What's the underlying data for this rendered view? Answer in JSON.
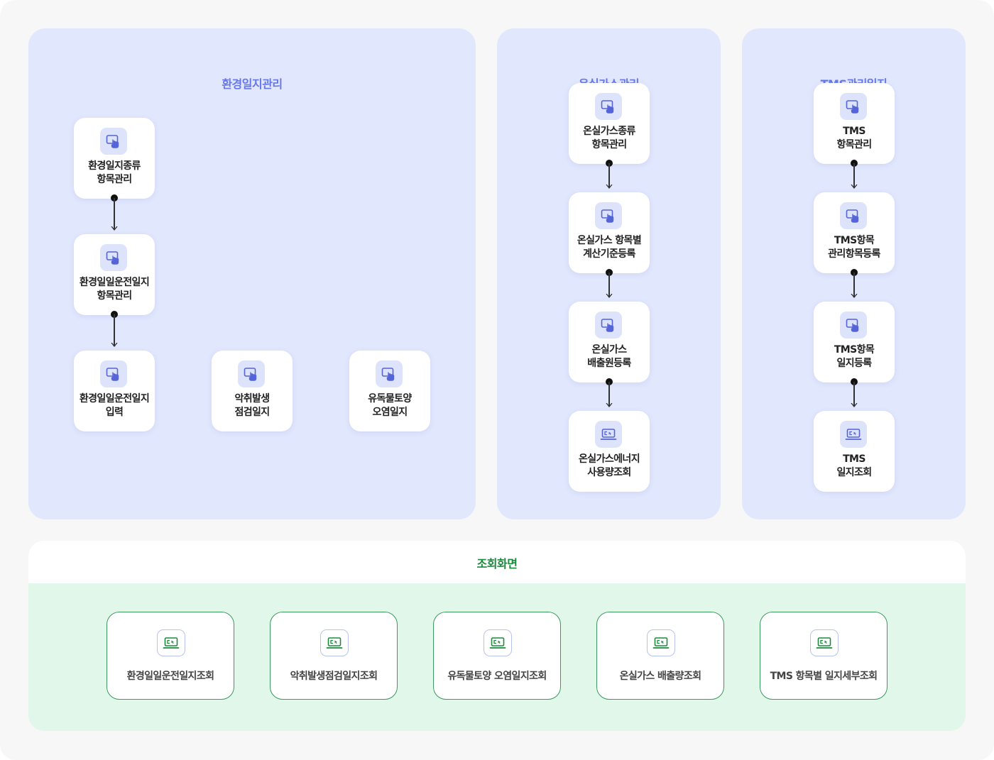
{
  "colors": {
    "blue_accent": "#6778e8",
    "green_accent": "#178a3c",
    "panel_blue": "#e1e7fd",
    "panel_green": "#e1f7ea"
  },
  "sections": [
    {
      "title": "환경일지관리",
      "cards": [
        {
          "line1": "환경일지종류",
          "line2": "항목관리",
          "icon": "touch-screen-icon"
        },
        {
          "line1": "환경일일운전일지",
          "line2": "항목관리",
          "icon": "touch-screen-icon"
        },
        {
          "line1": "환경일일운전일지",
          "line2": "입력",
          "icon": "touch-screen-icon"
        },
        {
          "line1": "악취발생",
          "line2": "점검일지",
          "icon": "touch-screen-icon"
        },
        {
          "line1": "유독물토양",
          "line2": "오염일지",
          "icon": "touch-screen-icon"
        }
      ]
    },
    {
      "title": "온실가스관리",
      "cards": [
        {
          "line1": "온실가스종류",
          "line2": "항목관리",
          "icon": "touch-screen-icon"
        },
        {
          "line1": "온실가스 항목별",
          "line2": "계산기준등록",
          "icon": "touch-screen-icon"
        },
        {
          "line1": "온실가스",
          "line2": "배출원등록",
          "icon": "touch-screen-icon"
        },
        {
          "line1": "온실가스에너지",
          "line2": "사용량조회",
          "icon": "laptop-icon"
        }
      ]
    },
    {
      "title": "TMS관리일지",
      "cards": [
        {
          "line1": "TMS",
          "line2": "항목관리",
          "icon": "touch-screen-icon"
        },
        {
          "line1": "TMS항목",
          "line2": "관리항목등록",
          "icon": "touch-screen-icon"
        },
        {
          "line1": "TMS항목",
          "line2": "일지등록",
          "icon": "touch-screen-icon"
        },
        {
          "line1": "TMS",
          "line2": "일지조회",
          "icon": "laptop-icon"
        }
      ]
    }
  ],
  "inquiry": {
    "title": "조회화면",
    "cards": [
      {
        "label": "환경일일운전일지조회",
        "icon": "laptop-icon"
      },
      {
        "label": "악취발생점검일지조회",
        "icon": "laptop-icon"
      },
      {
        "label": "유독물토양 오염일지조회",
        "icon": "laptop-icon"
      },
      {
        "label": "온실가스 배출량조회",
        "icon": "laptop-icon"
      },
      {
        "label": "TMS 항목별 일지세부조회",
        "icon": "laptop-icon"
      }
    ]
  }
}
